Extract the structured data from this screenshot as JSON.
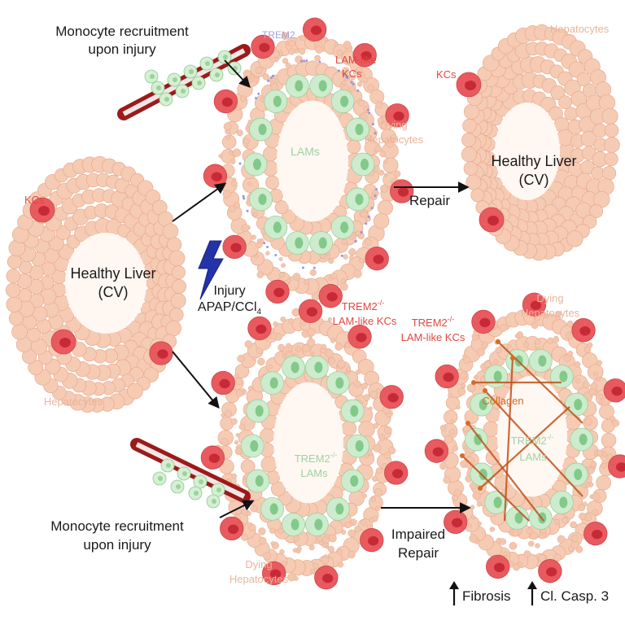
{
  "labels": {
    "monocyte_top_1": "Monocyte recruitment",
    "monocyte_top_2": "upon injury",
    "trem2": "TREM2",
    "lam_like_1": "LAM-like",
    "lam_like_2": "KCs",
    "lams": "LAMs",
    "dying_top_1": "Dying",
    "dying_top_2": "Hepatocytes",
    "repair": "Repair",
    "hepatocytes_tr": "Hepatocytes",
    "kcs_tr": "KCs",
    "healthy_tr_1": "Healthy Liver",
    "healthy_tr_2": "(CV)",
    "kcs_left": "KCs",
    "healthy_left_1": "Healthy Liver",
    "healthy_left_2": "(CV)",
    "hepatocytes_left": "Hepatocytes",
    "injury_1": "Injury",
    "injury_2": "APAP/CCl",
    "injury_2_sub": "4",
    "trem2ko_mid_1": "TREM2",
    "trem2ko_mid_sup": "-/-",
    "trem2ko_mid_2": "LAM-like KCs",
    "trem2ko_right_1": "TREM2",
    "trem2ko_right_sup": "-/-",
    "trem2ko_right_2": "LAM-like KCs",
    "dying_br_1": "Dying",
    "dying_br_2": "Hepatocytes",
    "collagen": "Collagen",
    "trem2ko_lams_1": "TREM2",
    "trem2ko_lams_sup": "-/-",
    "trem2ko_lams_2": "LAMs",
    "trem2ko_lams_right_1": "TREM2",
    "trem2ko_lams_right_sup": "-/-",
    "trem2ko_lams_right_2": "LAMs",
    "monocyte_bot_1": "Monocyte recruitment",
    "monocyte_bot_2": "upon injury",
    "impaired_1": "Impaired",
    "impaired_2": "Repair",
    "dying_bot_1": "Dying",
    "dying_bot_2": "Hepatocytes",
    "fibrosis": "Fibrosis",
    "casp": "Cl. Casp. 3"
  },
  "colors": {
    "hepatocyte": "#f6cbb4",
    "hepatocyte_edge": "#e6a98e",
    "kc": "#e95a5f",
    "kc_nucleus": "#c72a37",
    "lam": "#cdeccd",
    "lam_nucleus": "#82c98a",
    "vessel": "#9b1b1b",
    "collagen": "#c0521c",
    "lumen": "#fff7f2"
  }
}
